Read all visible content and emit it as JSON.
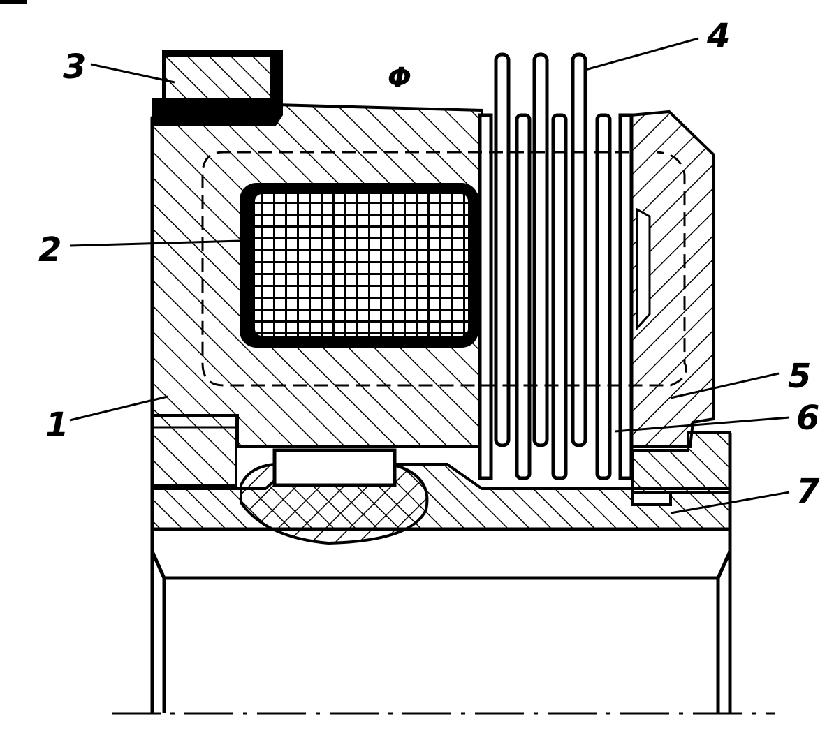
{
  "figure": {
    "labels": {
      "l1": "1",
      "l2": "2",
      "l3": "3",
      "l4": "4",
      "l5": "5",
      "l6": "6",
      "l7": "7",
      "flux": "Φ"
    }
  },
  "colors": {
    "ink": "#000000",
    "paper": "#ffffff"
  }
}
